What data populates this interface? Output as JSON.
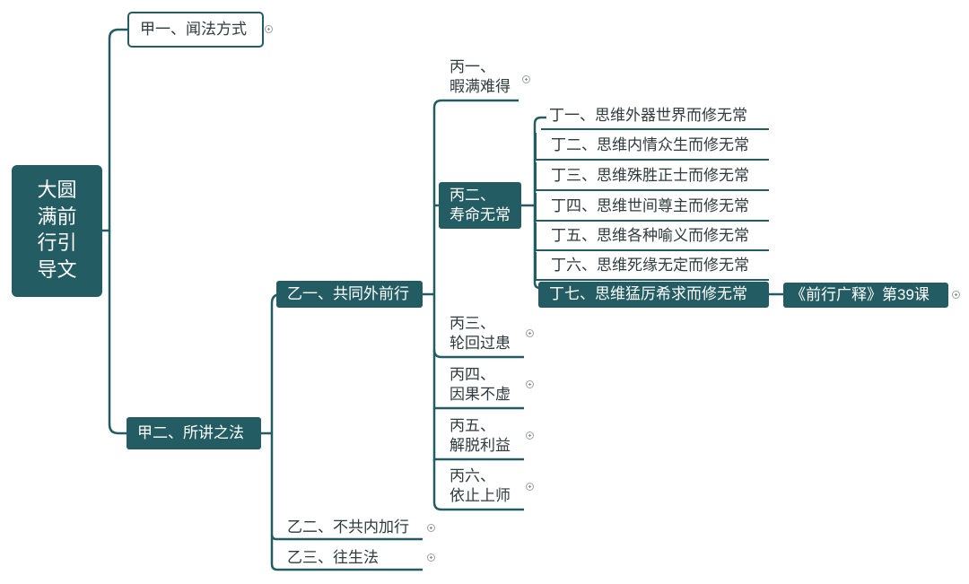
{
  "root": {
    "line1": "大圆",
    "line2": "满前",
    "line3": "行引",
    "line4": "导文"
  },
  "jia1": {
    "label": "甲一、闻法方式"
  },
  "jia2": {
    "label": "甲二、所讲之法"
  },
  "yi1": {
    "label": "乙一、共同外前行"
  },
  "yi2": {
    "label": "乙二、不共内加行"
  },
  "yi3": {
    "label": "乙三、往生法"
  },
  "bing": [
    {
      "line1": "丙一、",
      "line2": "暇满难得"
    },
    {
      "line1": "丙二、",
      "line2": "寿命无常"
    },
    {
      "line1": "丙三、",
      "line2": "轮回过患"
    },
    {
      "line1": "丙四、",
      "line2": "因果不虚"
    },
    {
      "line1": "丙五、",
      "line2": "解脱利益"
    },
    {
      "line1": "丙六、",
      "line2": "依止上师"
    }
  ],
  "ding": [
    "丁一、思维外器世界而修无常",
    "丁二、思维内情众生而修无常",
    "丁三、思维殊胜正士而修无常",
    "丁四、思维世间尊主而修无常",
    "丁五、思维各种喻义而修无常",
    "丁六、思维死缘无定而修无常",
    "丁七、思维猛厉希求而修无常"
  ],
  "ref": {
    "label": "《前行广释》第39课"
  },
  "colors": {
    "primary": "#245c63",
    "text": "#2f3b3e",
    "background": "#ffffff"
  }
}
